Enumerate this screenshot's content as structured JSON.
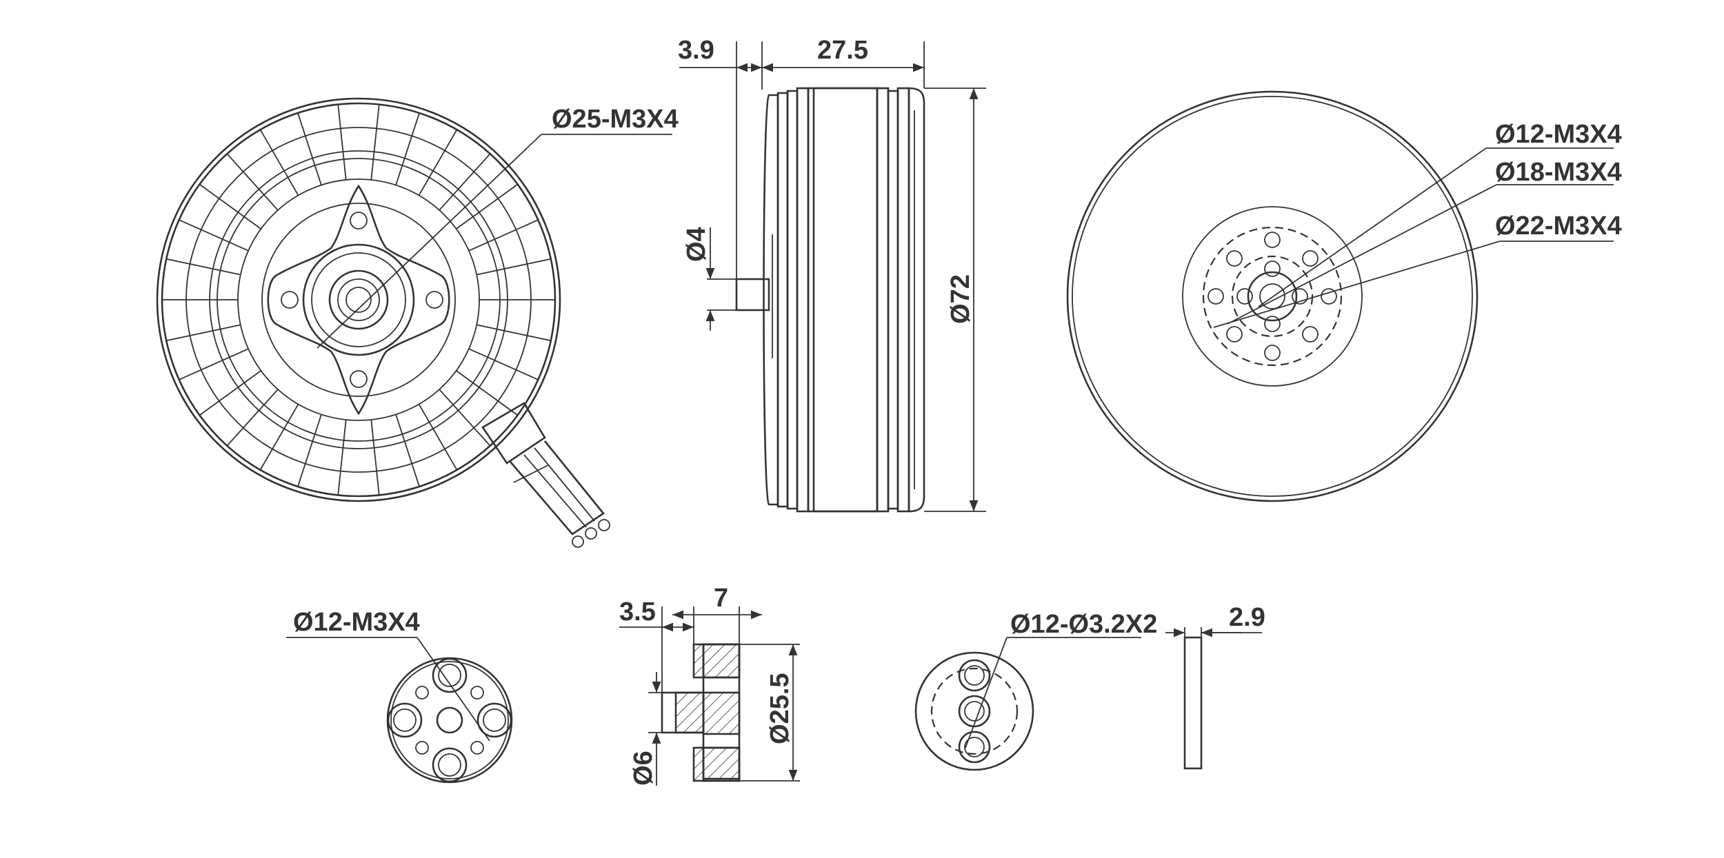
{
  "drawing": {
    "line_color": "#333333",
    "background": "#ffffff"
  },
  "views": {
    "front": {
      "mount_callout": "Ø25-M3X4"
    },
    "side": {
      "shaft_offset": "3.9",
      "body_height": "27.5",
      "shaft_diameter": "Ø4",
      "outer_diameter": "Ø72"
    },
    "bottom": {
      "callout_1": "Ø12-M3X4",
      "callout_2": "Ø18-M3X4",
      "callout_3": "Ø22-M3X4"
    },
    "adapter_front": {
      "callout": "Ø12-M3X4"
    },
    "adapter_section": {
      "flange_thickness": "3.5",
      "total_height": "7",
      "bore_diameter": "Ø6",
      "outer_diameter": "Ø25.5"
    },
    "washer_front": {
      "callout": "Ø12-Ø3.2X2"
    },
    "washer_side": {
      "thickness": "2.9"
    }
  }
}
